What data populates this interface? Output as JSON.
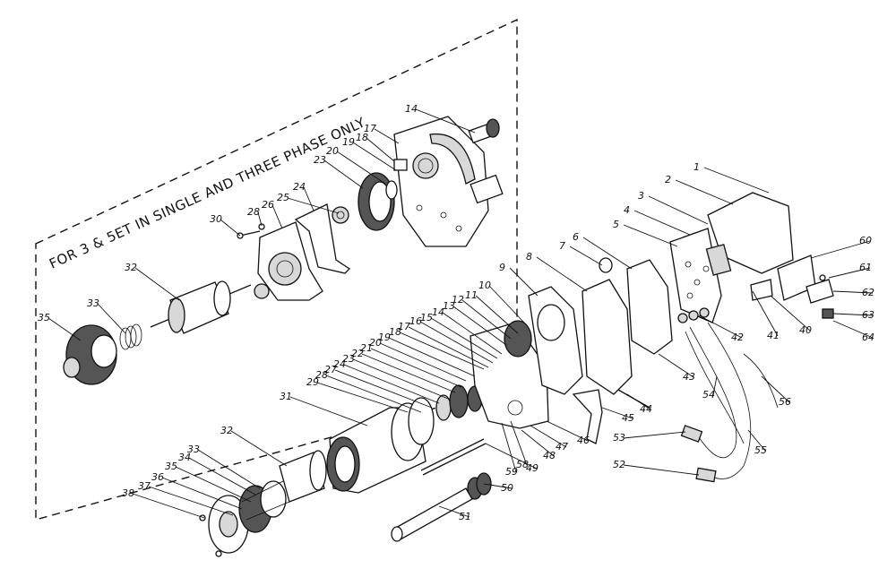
{
  "diagram": {
    "banner": "FOR 3 & 5ET IN SINGLE AND THREE PHASE ONLY",
    "callouts": [
      {
        "id": "1",
        "text": "1"
      },
      {
        "id": "2",
        "text": "2"
      },
      {
        "id": "3",
        "text": "3"
      },
      {
        "id": "4",
        "text": "4"
      },
      {
        "id": "5",
        "text": "5"
      },
      {
        "id": "6",
        "text": "6"
      },
      {
        "id": "7",
        "text": "7"
      },
      {
        "id": "8",
        "text": "8"
      },
      {
        "id": "9",
        "text": "9"
      },
      {
        "id": "10",
        "text": "10"
      },
      {
        "id": "11",
        "text": "11"
      },
      {
        "id": "12",
        "text": "12"
      },
      {
        "id": "13",
        "text": "13"
      },
      {
        "id": "14a",
        "text": "14"
      },
      {
        "id": "14b",
        "text": "14"
      },
      {
        "id": "15",
        "text": "15"
      },
      {
        "id": "16",
        "text": "16"
      },
      {
        "id": "17a",
        "text": "17"
      },
      {
        "id": "17b",
        "text": "17"
      },
      {
        "id": "18a",
        "text": "18"
      },
      {
        "id": "18b",
        "text": "18"
      },
      {
        "id": "19a",
        "text": "19"
      },
      {
        "id": "19b",
        "text": "19"
      },
      {
        "id": "20a",
        "text": "20"
      },
      {
        "id": "20b",
        "text": "20"
      },
      {
        "id": "21",
        "text": "21"
      },
      {
        "id": "22",
        "text": "22"
      },
      {
        "id": "23a",
        "text": "23"
      },
      {
        "id": "23b",
        "text": "23"
      },
      {
        "id": "24a",
        "text": "24"
      },
      {
        "id": "24b",
        "text": "24"
      },
      {
        "id": "25",
        "text": "25"
      },
      {
        "id": "26",
        "text": "26"
      },
      {
        "id": "27",
        "text": "27"
      },
      {
        "id": "28a",
        "text": "28"
      },
      {
        "id": "28b",
        "text": "28"
      },
      {
        "id": "29",
        "text": "29"
      },
      {
        "id": "30",
        "text": "30"
      },
      {
        "id": "31",
        "text": "31"
      },
      {
        "id": "32a",
        "text": "32"
      },
      {
        "id": "32b",
        "text": "32"
      },
      {
        "id": "33a",
        "text": "33"
      },
      {
        "id": "33b",
        "text": "33"
      },
      {
        "id": "34",
        "text": "34"
      },
      {
        "id": "35a",
        "text": "35"
      },
      {
        "id": "35b",
        "text": "35"
      },
      {
        "id": "36",
        "text": "36"
      },
      {
        "id": "37",
        "text": "37"
      },
      {
        "id": "38",
        "text": "38"
      },
      {
        "id": "40",
        "text": "40"
      },
      {
        "id": "41",
        "text": "41"
      },
      {
        "id": "42",
        "text": "42"
      },
      {
        "id": "43",
        "text": "43"
      },
      {
        "id": "44",
        "text": "44"
      },
      {
        "id": "45",
        "text": "45"
      },
      {
        "id": "46",
        "text": "46"
      },
      {
        "id": "47",
        "text": "47"
      },
      {
        "id": "48",
        "text": "48"
      },
      {
        "id": "49",
        "text": "49"
      },
      {
        "id": "50",
        "text": "50"
      },
      {
        "id": "51",
        "text": "51"
      },
      {
        "id": "52",
        "text": "52"
      },
      {
        "id": "53",
        "text": "53"
      },
      {
        "id": "54",
        "text": "54"
      },
      {
        "id": "55",
        "text": "55"
      },
      {
        "id": "56",
        "text": "56"
      },
      {
        "id": "58",
        "text": "58"
      },
      {
        "id": "59",
        "text": "59"
      },
      {
        "id": "60",
        "text": "60"
      },
      {
        "id": "61",
        "text": "61"
      },
      {
        "id": "62",
        "text": "62"
      },
      {
        "id": "63",
        "text": "63"
      },
      {
        "id": "64",
        "text": "64"
      }
    ]
  }
}
